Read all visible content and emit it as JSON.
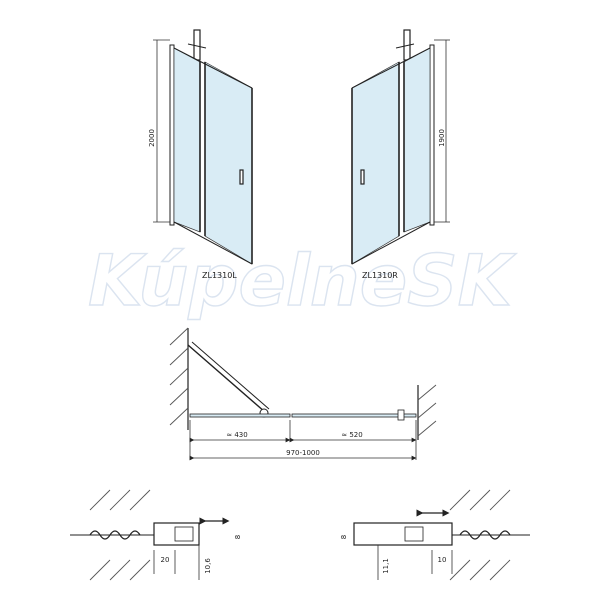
{
  "watermark": "KúpelneSK",
  "front_views": {
    "left": {
      "height_label": "2000",
      "model": "ZL1310L"
    },
    "right": {
      "height_label": "1900",
      "model": "ZL1310R"
    }
  },
  "plan_view": {
    "fixed_width": "≈ 430",
    "door_width": "≈ 520",
    "total_width": "970-1000"
  },
  "details": {
    "left": {
      "d_a": "20",
      "d_b": "10,6",
      "d_c": "8"
    },
    "right": {
      "d_a": "10",
      "d_b": "11,1",
      "d_c": "8"
    }
  }
}
